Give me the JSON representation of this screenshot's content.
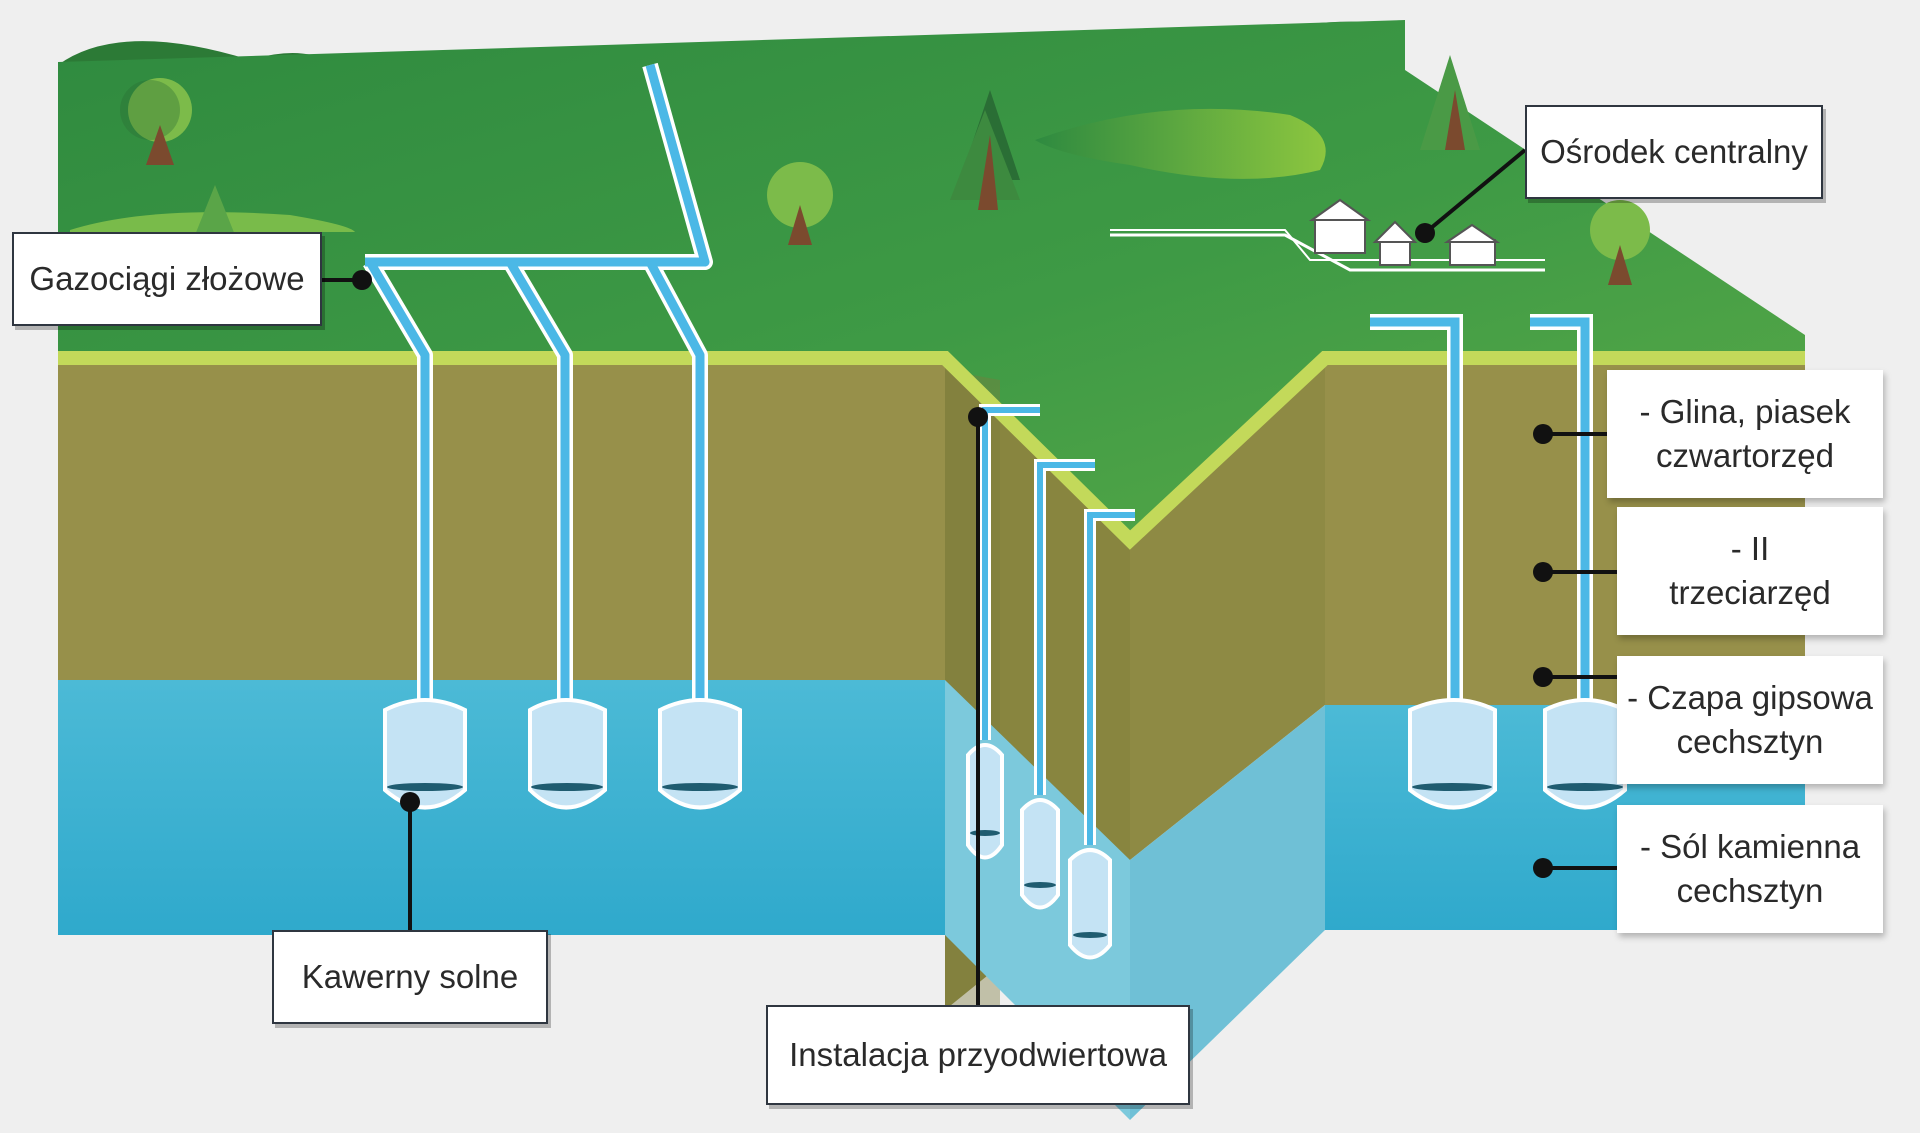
{
  "labels": {
    "gas_pipelines": "Gazociągi złożowe",
    "central_facility": "Ośrodek centralny",
    "salt_caverns": "Kawerny solne",
    "wellhead_installation": "Instalacja przyodwiertowa"
  },
  "layers": [
    {
      "line1": "- Glina, piasek",
      "line2": "czwartorzęd"
    },
    {
      "line1": "- II",
      "line2": "trzeciarzęd"
    },
    {
      "line1": "- Czapa gipsowa",
      "line2": "cechsztyn"
    },
    {
      "line1": "- Sól kamienna",
      "line2": "cechsztyn"
    }
  ],
  "colors": {
    "background": "#efefef",
    "grass": "#3e9a45",
    "grass_light": "#6ab64a",
    "grass_edge": "#c3d95a",
    "soil": "#97904a",
    "soil_dark": "#7d7a3e",
    "salt": "#3fb3d2",
    "salt_light": "#7cc9dc",
    "pipe": "#4bb8e6",
    "cavern": "#c4e3f4",
    "leader": "#111111"
  }
}
